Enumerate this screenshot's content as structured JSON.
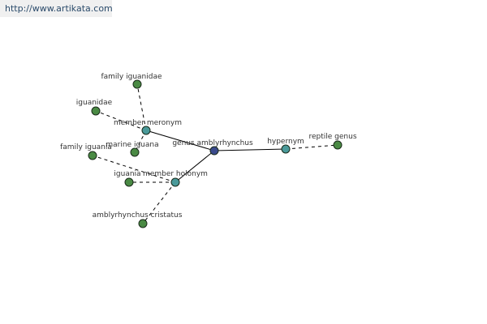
{
  "source_url": "http://www.artikata.com",
  "colors": {
    "center": "#3a4a8c",
    "relation": "#4a9a9a",
    "leaf": "#4a8a44",
    "edge": "#000000"
  },
  "nodes": [
    {
      "id": "genus",
      "label": "genus amblyrhynchus",
      "kind": "center"
    },
    {
      "id": "meronym",
      "label": "member meronym",
      "kind": "relation"
    },
    {
      "id": "holonym",
      "label": "member holonym",
      "kind": "relation"
    },
    {
      "id": "hypernym",
      "label": "hypernym",
      "kind": "relation"
    },
    {
      "id": "fam_iguanidae",
      "label": "family iguanidae",
      "kind": "leaf"
    },
    {
      "id": "iguanidae",
      "label": "iguanidae",
      "kind": "leaf"
    },
    {
      "id": "fam_iguania",
      "label": "family iguania",
      "kind": "leaf"
    },
    {
      "id": "marine_iguana",
      "label": "marine iguana",
      "kind": "leaf"
    },
    {
      "id": "iguania",
      "label": "iguania",
      "kind": "leaf"
    },
    {
      "id": "cristatus",
      "label": "amblyrhynchus cristatus",
      "kind": "leaf"
    },
    {
      "id": "reptile_genus",
      "label": "reptile genus",
      "kind": "leaf"
    }
  ],
  "edges": [
    {
      "from": "genus",
      "to": "meronym",
      "style": "solid"
    },
    {
      "from": "genus",
      "to": "holonym",
      "style": "solid"
    },
    {
      "from": "genus",
      "to": "hypernym",
      "style": "solid"
    },
    {
      "from": "meronym",
      "to": "fam_iguanidae",
      "style": "dashed"
    },
    {
      "from": "meronym",
      "to": "iguanidae",
      "style": "dashed"
    },
    {
      "from": "meronym",
      "to": "marine_iguana",
      "style": "dashed"
    },
    {
      "from": "holonym",
      "to": "fam_iguania",
      "style": "dashed"
    },
    {
      "from": "holonym",
      "to": "iguania",
      "style": "dashed"
    },
    {
      "from": "holonym",
      "to": "cristatus",
      "style": "dashed"
    },
    {
      "from": "hypernym",
      "to": "reptile_genus",
      "style": "dashed"
    }
  ]
}
